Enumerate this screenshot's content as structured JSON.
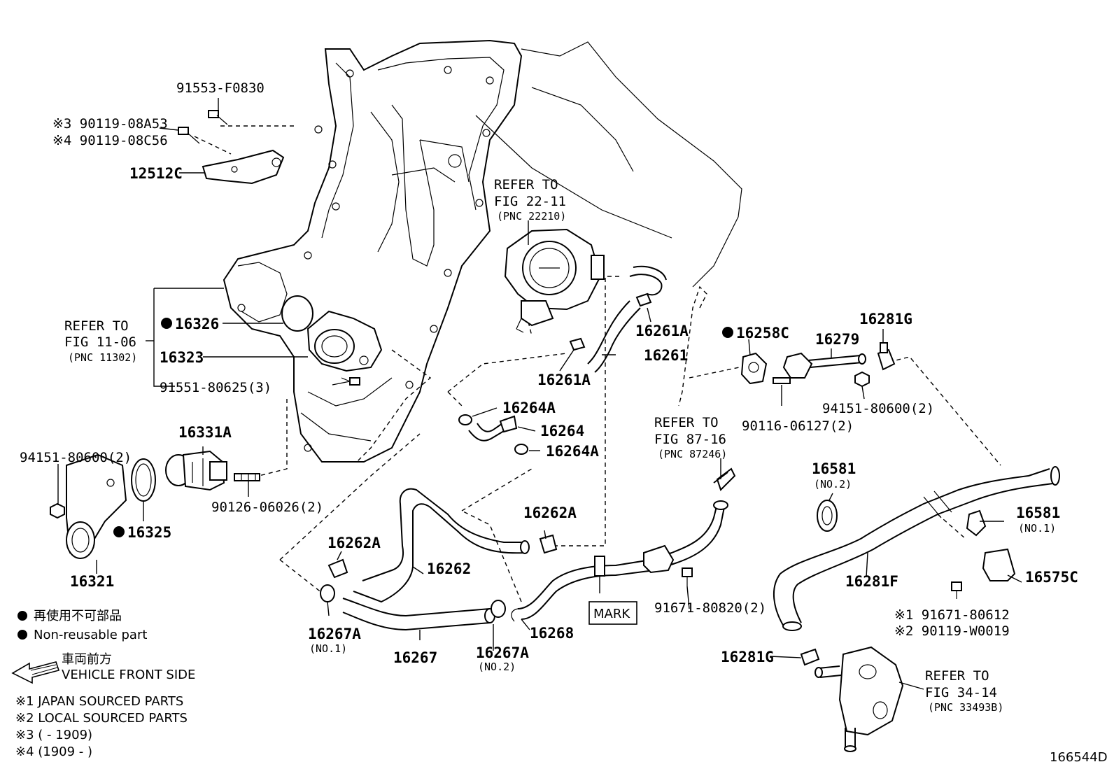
{
  "callouts": {
    "p91553": "91553-F0830",
    "p90119a": "※3 90119-08A53",
    "p90119b": "※4 90119-08C56",
    "p12512": "12512C",
    "refer1106_a": "REFER TO",
    "refer1106_b": "FIG 11-06",
    "refer1106_c": "(PNC 11302)",
    "p16326": "16326",
    "p16323": "16323",
    "p91551": "91551-80625(3)",
    "p16331a": "16331A",
    "p94151l": "94151-80600(2)",
    "p16325": "16325",
    "p16321": "16321",
    "p90126": "90126-06026(2)",
    "refer2211_a": "REFER TO",
    "refer2211_b": "FIG 22-11",
    "refer2211_c": "(PNC 22210)",
    "p16261a1": "16261A",
    "p16261": "16261",
    "p16261a2": "16261A",
    "p16264a1": "16264A",
    "p16264": "16264",
    "p16264a2": "16264A",
    "p16258c": "16258C",
    "p16279": "16279",
    "p16281g1": "16281G",
    "p94151r": "94151-80600(2)",
    "p90116": "90116-06127(2)",
    "refer8716_a": "REFER TO",
    "refer8716_b": "FIG 87-16",
    "refer8716_c": "(PNC 87246)",
    "p16581n2": "16581",
    "p16581n2s": "(NO.2)",
    "p16581n1": "16581",
    "p16581n1s": "(NO.1)",
    "p16262a1": "16262A",
    "p16262a2": "16262A",
    "p16262": "16262",
    "p16267a1": "16267A",
    "p16267a1s": "(NO.1)",
    "p16267": "16267",
    "p16267a2": "16267A",
    "p16267a2s": "(NO.2)",
    "p16268": "16268",
    "mark": "MARK",
    "p91671": "91671-80820(2)",
    "p16281f": "16281F",
    "p16575c": "16575C",
    "p91671b": "※1 91671-80612",
    "p90119w": "※2 90119-W0019",
    "p16281g2": "16281G",
    "refer3414_a": "REFER TO",
    "refer3414_b": "FIG 34-14",
    "refer3414_c": "(PNC 33493B)"
  },
  "legend": {
    "jp_nonreuse": "再使用不可部品",
    "nonreuse": "Non-reusable part",
    "jp_front": "車両前方",
    "front": "VEHICLE FRONT SIDE",
    "note1": "※1 JAPAN SOURCED PARTS",
    "note2": "※2 LOCAL SOURCED PARTS",
    "note3": "※3 (        - 1909)",
    "note4": "※4 (1909 -        )"
  },
  "figure_id": "166544D"
}
